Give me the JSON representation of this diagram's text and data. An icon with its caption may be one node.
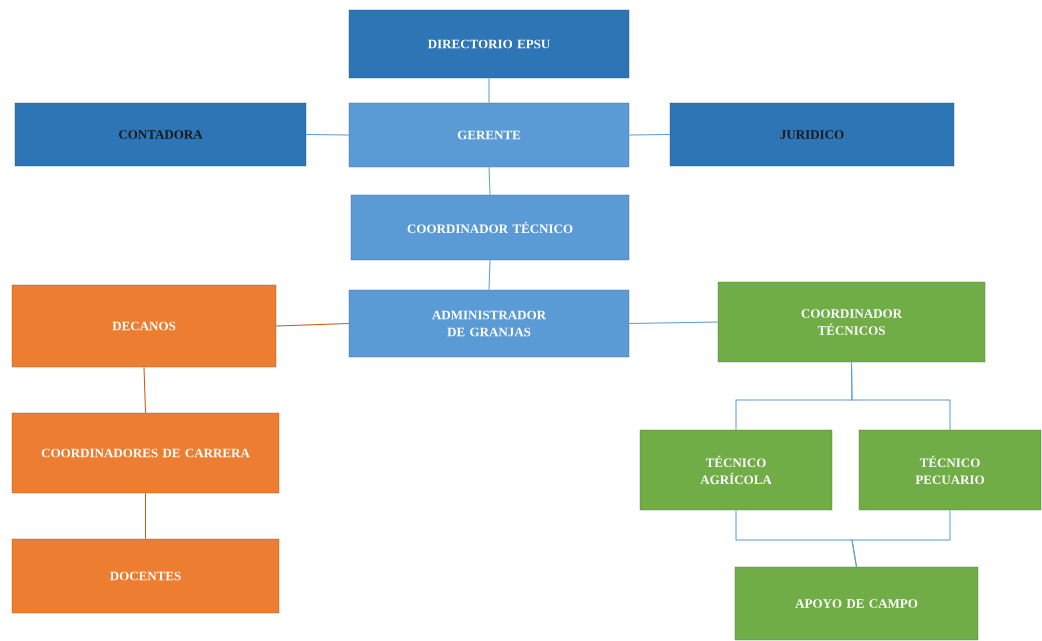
{
  "diagram": {
    "nodes": [
      {
        "text": [
          "DIRECTORIO EPSU"
        ]
      },
      {
        "text": [
          "CONTADORA"
        ]
      },
      {
        "text": [
          "GERENTE"
        ]
      },
      {
        "text": [
          "JURIDICO"
        ]
      },
      {
        "text": [
          "COORDINADOR TÉCNICO"
        ]
      },
      {
        "text": [
          "ADMINISTRADOR DE GRANJAS"
        ]
      },
      {
        "text": [
          "DECANOS"
        ]
      },
      {
        "text": [
          "COORDINADORES DE CARRERA"
        ]
      },
      {
        "text": [
          "DOCENTES"
        ]
      },
      {
        "text": [
          "COORDINADOR TÉCNICOS"
        ]
      },
      {
        "text": [
          "TÉCNICO AGRÍCOLA"
        ]
      },
      {
        "text": [
          "TÉCNICO PECUARIO"
        ]
      },
      {
        "text": [
          "APOYO DE CAMPO"
        ]
      }
    ],
    "edges": [
      {
        "from": 0,
        "to": 2,
        "arrow": "none"
      },
      {
        "from": 1,
        "to": 2,
        "arrow": "none"
      },
      {
        "from": 2,
        "to": 3,
        "arrow": "none"
      },
      {
        "from": 2,
        "to": 4,
        "arrow": "none"
      },
      {
        "from": 4,
        "to": 5,
        "arrow": "none"
      },
      {
        "from": 6,
        "to": 5,
        "arrow": "none",
        "color": "#c55a11"
      },
      {
        "from": 5,
        "to": 9,
        "arrow": "none"
      },
      {
        "from": 6,
        "to": 7,
        "arrow": "none",
        "color": "#c55a11"
      },
      {
        "from": 7,
        "to": 8,
        "arrow": "none",
        "color": "#c55a11"
      },
      {
        "from": 9,
        "to": 10,
        "arrow": "none"
      },
      {
        "from": 9,
        "to": 11,
        "arrow": "none"
      },
      {
        "from": 10,
        "to": 12,
        "arrow": "none"
      },
      {
        "from": 11,
        "to": 12,
        "arrow": "none"
      }
    ]
  }
}
